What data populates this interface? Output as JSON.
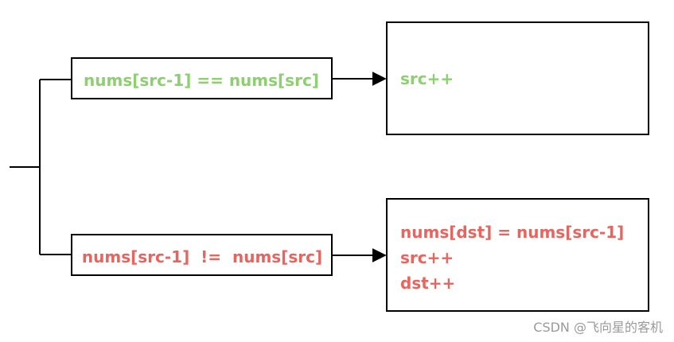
{
  "conditions": {
    "equal": "nums[src-1] == nums[src]",
    "not_equal": "nums[src-1]  !=  nums[src]"
  },
  "actions": {
    "equal": [
      "src++"
    ],
    "not_equal": [
      "nums[dst] = nums[src-1]",
      "src++",
      "dst++"
    ]
  },
  "colors": {
    "green": "#8dd070",
    "red": "#e8655f",
    "line": "#000000"
  },
  "watermark": "CSDN @飞向星的客机"
}
